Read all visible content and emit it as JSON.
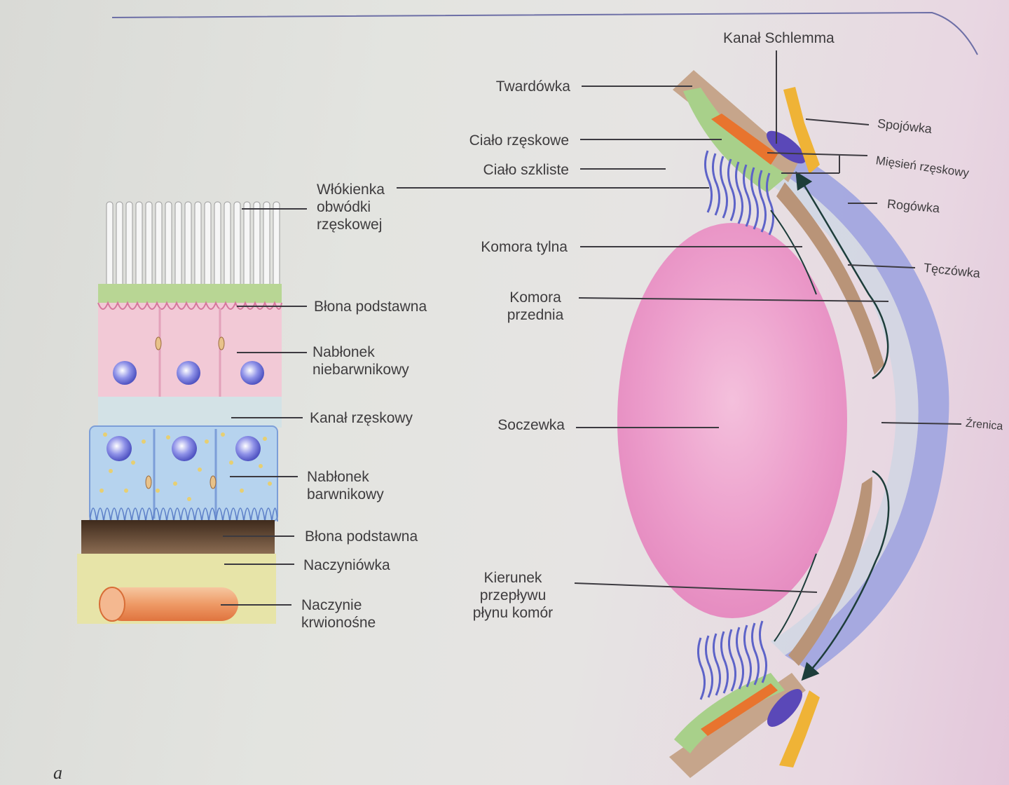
{
  "figure_letter": "a",
  "cell_layer_labels": {
    "zonular_fibers": [
      "Włókienka",
      "obwódki",
      "rzęskowej"
    ],
    "basement_membrane_top": "Błona podstawna",
    "nonpigmented_epithelium": [
      "Nabłonek",
      "niebarwnikowy"
    ],
    "ciliary_canal": "Kanał rzęskowy",
    "pigmented_epithelium": [
      "Nabłonek",
      "barwnikowy"
    ],
    "basement_membrane_bottom": "Błona podstawna",
    "choroid": "Naczyniówka",
    "blood_vessel": [
      "Naczynie",
      "krwionośne"
    ]
  },
  "eye_labels": {
    "schlemm_canal": "Kanał Schlemma",
    "sclera": "Twardówka",
    "ciliary_body": "Ciało rzęskowe",
    "vitreous_body": "Ciało szkliste",
    "posterior_chamber": "Komora tylna",
    "anterior_chamber": [
      "Komora",
      "przednia"
    ],
    "lens": "Soczewka",
    "flow_direction": [
      "Kierunek",
      "przepływu",
      "płynu komór"
    ],
    "conjunctiva": "Spojówka",
    "ciliary_muscle": "Mięsień rzęskowy",
    "cornea": "Rogówka",
    "iris": "Tęczówka",
    "pupil": "Źrenica"
  },
  "colors": {
    "sclera": "#c4a48c",
    "cornea": "#9aa0dc",
    "lens": "#eb9ccb",
    "ciliary_body": "#a6cf8c",
    "ciliary_muscle": "#e8742e",
    "schlemm": "#5a48b8",
    "conjunctiva": "#eeb236",
    "iris": "#b79277",
    "zonules": "#5c63c8",
    "nonpigmented": "#f1c4d4",
    "pigmented": "#b3d2ec",
    "basement_dark": "#6b4a32",
    "choroid": "#e6e3a6",
    "vessel": "#ec8a58",
    "line": "#3c3a40"
  }
}
